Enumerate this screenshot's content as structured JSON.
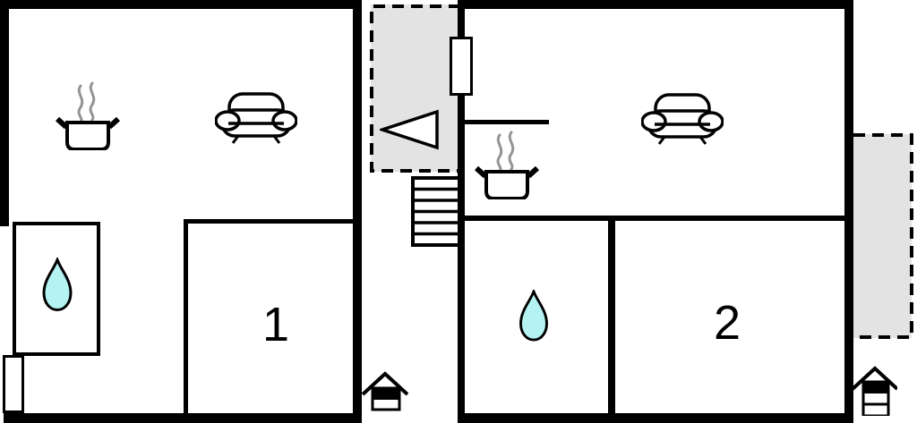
{
  "floorplan": {
    "type": "two-apartment floor plan",
    "apartments": [
      {
        "id": "apartment-1",
        "room_label": "1",
        "features": [
          "steam-pot-icon",
          "sofa-icon",
          "water-drop-icon",
          "entrance-door",
          "floor-indicator-house-icon"
        ]
      },
      {
        "id": "apartment-2",
        "room_label": "2",
        "features": [
          "steam-pot-icon",
          "sofa-icon",
          "water-drop-icon",
          "entrance-door",
          "terrace",
          "floor-indicator-house-icon"
        ]
      }
    ],
    "stairwell": {
      "features": [
        "terrace",
        "direction-arrow-icon",
        "stairs-icon"
      ]
    },
    "icons": {
      "steam-pot-icon": "cooking pot with two steam wisps (kitchen)",
      "sofa-icon": "two-seat sofa outline (living room)",
      "water-drop-icon": "cyan teardrop (bathroom/water)",
      "direction-arrow-icon": "hollow triangle pointing left",
      "stairs-icon": "staircase with 6 treads",
      "floor-indicator-house-icon": "house glyph with highlighted storey"
    },
    "colors": {
      "wall": "#000000",
      "background": "#ffffff",
      "terrace_fill": "#e3e3e3",
      "water_drop_fill": "#b5f2f2",
      "steam": "#949494"
    }
  }
}
